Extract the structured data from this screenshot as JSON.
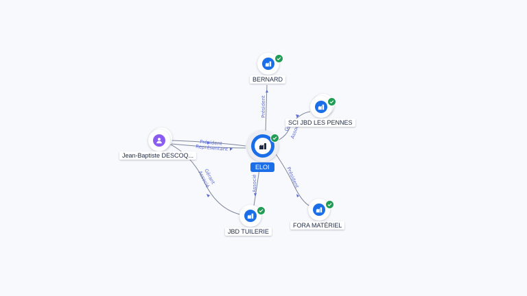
{
  "colors": {
    "company": "#1a6ee8",
    "person": "#8a5cf0",
    "verified": "#1f9d55",
    "edge": "#7b849a",
    "edge_label": "#5b6bd4"
  },
  "nodes": {
    "eloi": {
      "label": "ELOI",
      "icon": "building-icon",
      "verified": true
    },
    "bernard": {
      "label": "BERNARD",
      "icon": "building-icon",
      "verified": true
    },
    "sci_jbd": {
      "label": "SCI JBD LES PENNES",
      "icon": "building-icon",
      "verified": true
    },
    "fora": {
      "label": "FORA MATÉRIEL",
      "icon": "building-icon",
      "verified": true
    },
    "jbd_tuilerie": {
      "label": "JBD TUILERIE",
      "icon": "building-icon",
      "verified": true
    },
    "jean_baptiste": {
      "label": "Jean-Baptiste DESCOQ...",
      "icon": "person-icon"
    }
  },
  "edges": {
    "jb_eloi_1": "Président",
    "jb_eloi_2": "Représentant",
    "eloi_bernard": "Président",
    "eloi_sci_1": "Gé",
    "eloi_sci_2": "Associ",
    "eloi_fora": "Président",
    "eloi_tuilerie": "Associé",
    "jb_tuilerie_1": "Gérant",
    "jb_tuilerie_2": "Associé"
  }
}
